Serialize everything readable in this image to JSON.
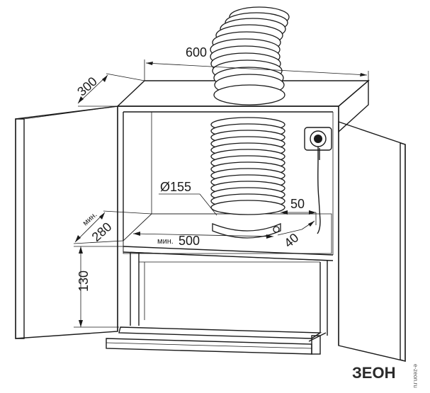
{
  "diagram": {
    "dimensions": {
      "width_top": "600",
      "depth_top": "300",
      "duct_diameter": "Ø155",
      "side_offset": "50",
      "front_offset": "40",
      "min_depth_prefix": "мин.",
      "min_depth": "280",
      "min_width_prefix": "мин.",
      "min_width": "500",
      "height": "130"
    }
  },
  "brand": {
    "logo_text": "ЗЕОН",
    "side_text": "e-zeon.ru"
  },
  "colors": {
    "line": "#1a1a1a",
    "hose_fill": "#ffffff",
    "panel": "#f4f4f4"
  }
}
